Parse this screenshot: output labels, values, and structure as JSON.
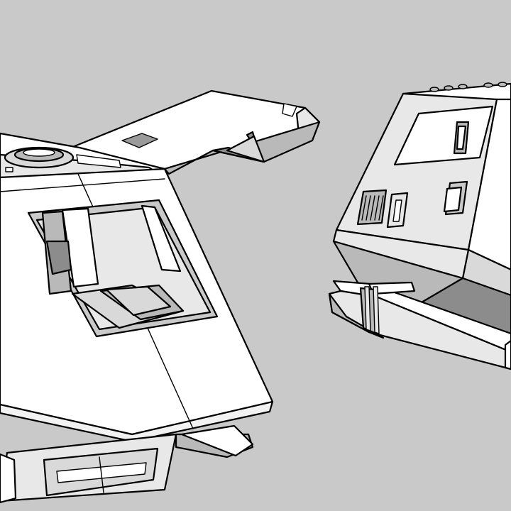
{
  "scene": {
    "background_color": "#c9c9c9",
    "objects": [
      {
        "name": "left-shuttle-model",
        "view": "front-three-quarter"
      },
      {
        "name": "right-shuttle-model",
        "view": "rear-three-quarter"
      }
    ]
  },
  "colors": {
    "face_light": "#ffffff",
    "face_mid": "#e8e8e8",
    "face_shade": "#b9b9b9",
    "face_dark": "#8c8c8c",
    "edge": "#000000"
  }
}
